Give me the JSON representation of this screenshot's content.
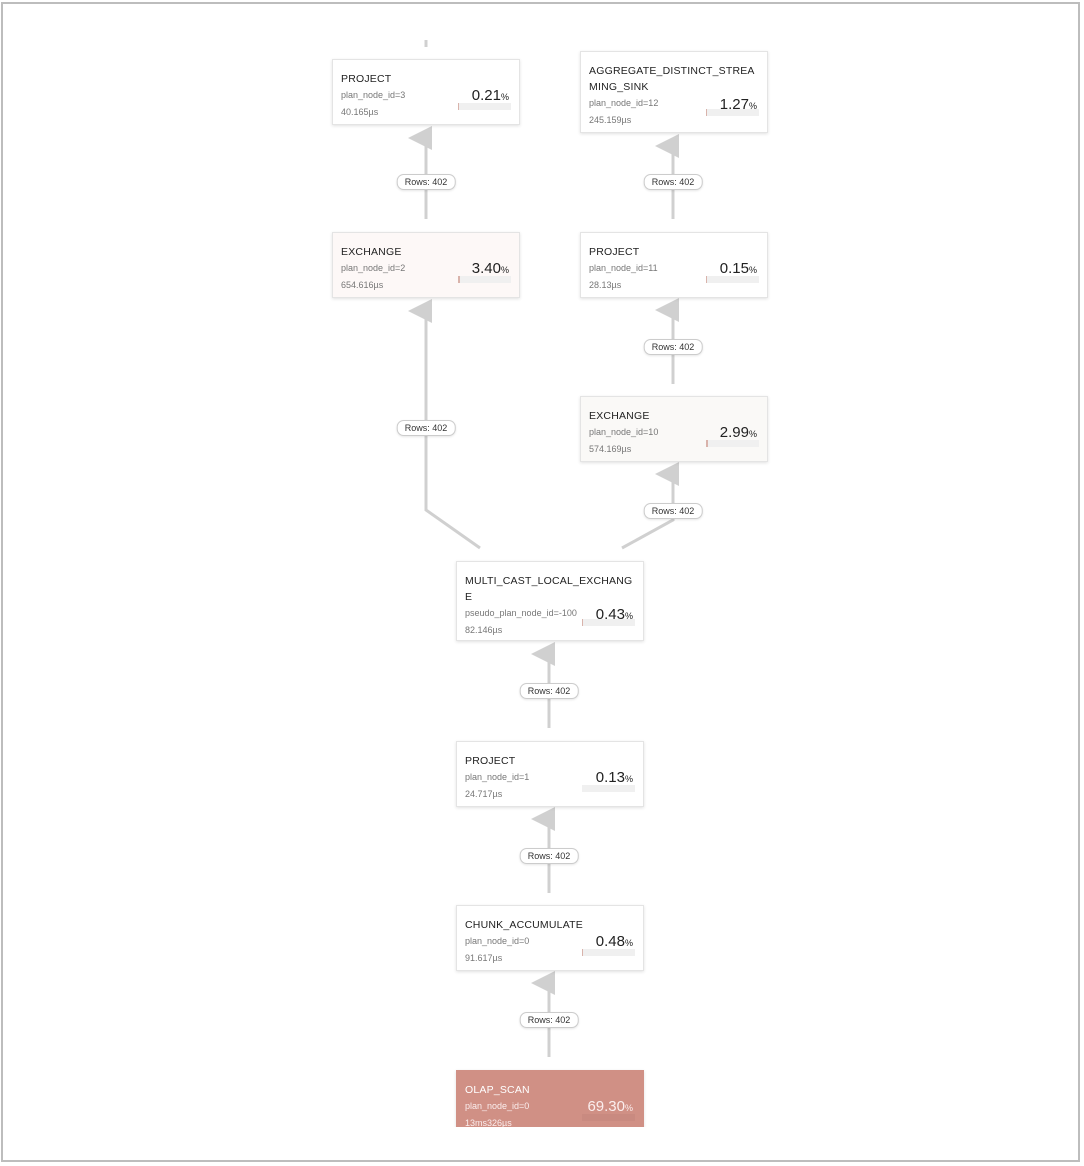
{
  "nodes": [
    {
      "name": "PROJECT",
      "meta": "plan_node_id=3",
      "time": "40.165µs",
      "pct": "0.21",
      "unit": "%",
      "value": 0.21
    },
    {
      "name": "AGGREGATE_DISTINCT_STREAMING_SINK",
      "meta": "plan_node_id=12",
      "time": "245.159µs",
      "pct": "1.27",
      "unit": "%",
      "value": 1.27
    },
    {
      "name": "EXCHANGE",
      "meta": "plan_node_id=2",
      "time": "654.616µs",
      "pct": "3.40",
      "unit": "%",
      "value": 3.4
    },
    {
      "name": "PROJECT",
      "meta": "plan_node_id=11",
      "time": "28.13µs",
      "pct": "0.15",
      "unit": "%",
      "value": 0.15
    },
    {
      "name": "EXCHANGE",
      "meta": "plan_node_id=10",
      "time": "574.169µs",
      "pct": "2.99",
      "unit": "%",
      "value": 2.99
    },
    {
      "name": "MULTI_CAST_LOCAL_EXCHANGE",
      "meta": "pseudo_plan_node_id=-100",
      "time": "82.146µs",
      "pct": "0.43",
      "unit": "%",
      "value": 0.43
    },
    {
      "name": "PROJECT",
      "meta": "plan_node_id=1",
      "time": "24.717µs",
      "pct": "0.13",
      "unit": "%",
      "value": 0.13
    },
    {
      "name": "CHUNK_ACCUMULATE",
      "meta": "plan_node_id=0",
      "time": "91.617µs",
      "pct": "0.48",
      "unit": "%",
      "value": 0.48
    },
    {
      "name": "OLAP_SCAN",
      "meta": "plan_node_id=0",
      "time": "13ms326µs",
      "pct": "69.30",
      "unit": "%",
      "value": 69.3
    }
  ],
  "edges": [
    "Rows: 402",
    "Rows: 402",
    "Rows: 402",
    "Rows: 402",
    "Rows: 402",
    "Rows: 402",
    "Rows: 402",
    "Rows: 402"
  ],
  "colors": {
    "hot": "#d09085",
    "edge": "#d0d0d0",
    "warm_bg": "#fdf8f7"
  }
}
